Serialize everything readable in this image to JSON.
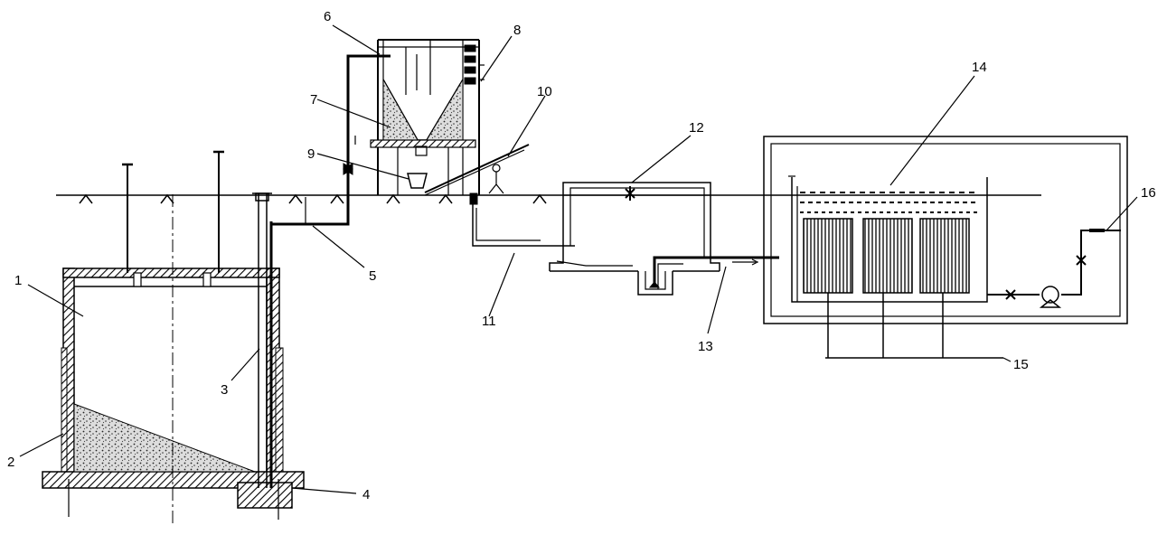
{
  "labels": {
    "l1": "1",
    "l2": "2",
    "l3": "3",
    "l4": "4",
    "l5": "5",
    "l6": "6",
    "l7": "7",
    "l8": "8",
    "l9": "9",
    "l10": "10",
    "l11": "11",
    "l12": "12",
    "l13": "13",
    "l14": "14",
    "l15": "15",
    "l16": "16"
  },
  "colors": {
    "line": "#000000",
    "hatch": "#000000",
    "background": "#ffffff"
  }
}
